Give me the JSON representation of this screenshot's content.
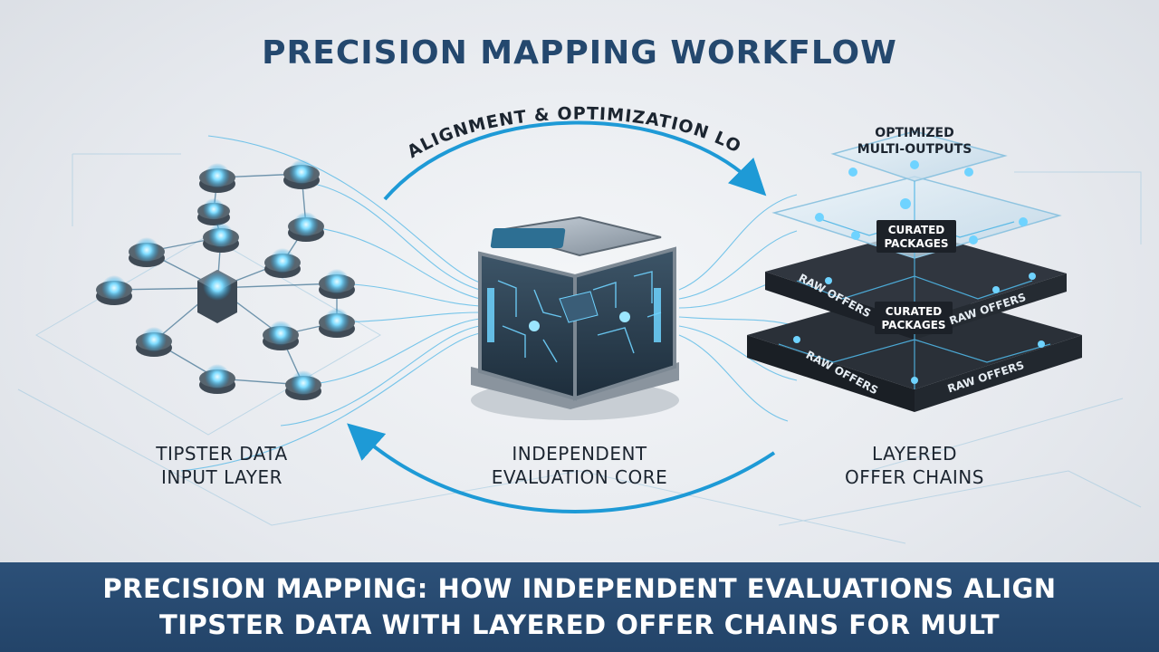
{
  "title": "PRECISION MAPPING WORKFLOW",
  "loop_label": "ALIGNMENT & OPTIMIZATION LOOP",
  "nodes": {
    "input": {
      "line1": "TIPSTER DATA",
      "line2": "INPUT LAYER"
    },
    "core": {
      "line1": "INDEPENDENT",
      "line2": "EVALUATION CORE"
    },
    "chains": {
      "line1": "LAYERED",
      "line2": "OFFER CHAINS"
    }
  },
  "stack": {
    "top_label_1": "OPTIMIZED",
    "top_label_2": "MULTI-OUTPUTS",
    "curated_1a": "CURATED",
    "curated_1b": "PACKAGES",
    "curated_2a": "CURATED",
    "curated_2b": "PACKAGES",
    "raw_a": "RAW OFFERS",
    "raw_b": "RAW OFFERS",
    "raw_c": "RAW OFFERS",
    "raw_d": "RAW OFFERS"
  },
  "caption": {
    "line1": "PRECISION MAPPING: HOW INDEPENDENT EVALUATIONS ALIGN",
    "line2": "TIPSTER DATA WITH LAYERED OFFER CHAINS FOR MULT"
  },
  "colors": {
    "accent": "#1e9ad6",
    "glow": "#6fd3ff",
    "title": "#24486e",
    "banner": "#2c5078",
    "dark_layer": "#2a3038"
  },
  "icons": [
    "network-node-icon",
    "circuit-cube-icon",
    "layer-stack-icon",
    "curved-arrow-icon"
  ]
}
